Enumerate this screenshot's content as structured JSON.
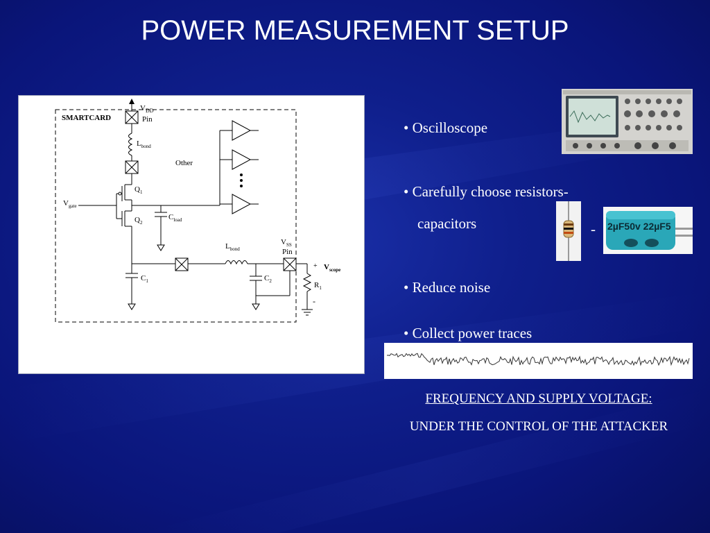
{
  "title": "POWER MEASUREMENT SETUP",
  "circuit": {
    "smartcard_label": "SMARTCARD",
    "vdd_label": "V",
    "vdd_sub": "DD",
    "vdd_pin": "Pin",
    "lbond_top": "L",
    "lbond_top_sub": "bond",
    "other_label": "Other",
    "q1_label": "Q",
    "q1_sub": "1",
    "q2_label": "Q",
    "q2_sub": "2",
    "vgate_label": "V",
    "vgate_sub": "gate",
    "cload_label": "C",
    "cload_sub": "load",
    "lbond_mid": "L",
    "lbond_mid_sub": "bond",
    "vss_label": "V",
    "vss_sub": "SS",
    "vss_pin": "Pin",
    "plus": "+",
    "minus": "-",
    "vscope_label": "V",
    "vscope_sub": "scope",
    "r1_label": "R",
    "r1_sub": "1",
    "c1_label": "C",
    "c1_sub": "1",
    "c2_label": "C",
    "c2_sub": "2"
  },
  "bullets": {
    "oscilloscope": "• Oscilloscope",
    "resistors": "• Carefully choose resistors-",
    "capacitors": "capacitors",
    "dash": "-",
    "noise": "• Reduce noise",
    "traces": "• Collect power traces"
  },
  "capacitor_photo": {
    "text": "2µF50v 22µF5"
  },
  "footer": {
    "line1": "FREQUENCY AND SUPPLY VOLTAGE:",
    "line2": "UNDER THE CONTROL OF THE ATTACKER"
  }
}
